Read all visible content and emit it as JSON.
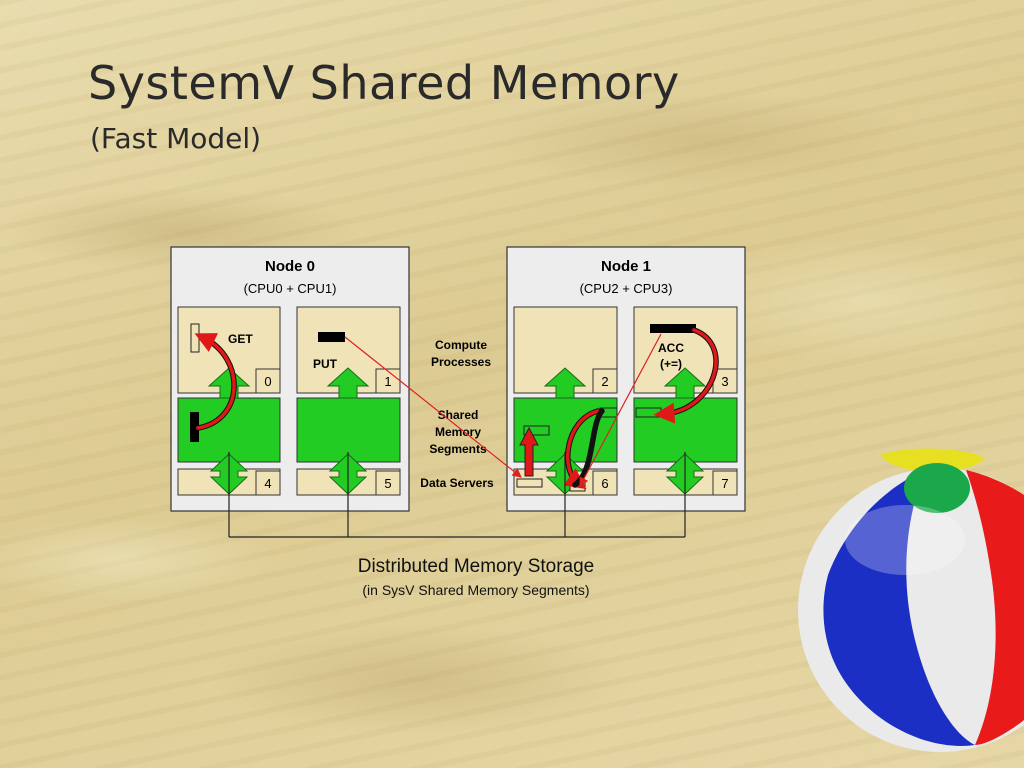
{
  "slide": {
    "title": "SystemV Shared Memory",
    "subtitle": "(Fast Model)"
  },
  "nodes": [
    {
      "title": "Node 0",
      "cpus": "(CPU0 + CPU1)"
    },
    {
      "title": "Node 1",
      "cpus": "(CPU2 + CPU3)"
    }
  ],
  "process_numbers": [
    "0",
    "1",
    "2",
    "3"
  ],
  "server_numbers": [
    "4",
    "5",
    "6",
    "7"
  ],
  "operations": {
    "get": "GET",
    "put": "PUT",
    "acc_line1": "ACC",
    "acc_line2": "(+=)"
  },
  "labels": {
    "compute_line1": "Compute",
    "compute_line2": "Processes",
    "shared_line1": "Shared",
    "shared_line2": "Memory",
    "shared_line3": "Segments",
    "data_servers": "Data Servers"
  },
  "footer": {
    "main": "Distributed Memory Storage",
    "sub": "(in SysV Shared Memory Segments)"
  },
  "colors": {
    "segment_green": "#22cc22",
    "process_tan": "#f1e3b8",
    "arrow_red": "#e01818"
  }
}
